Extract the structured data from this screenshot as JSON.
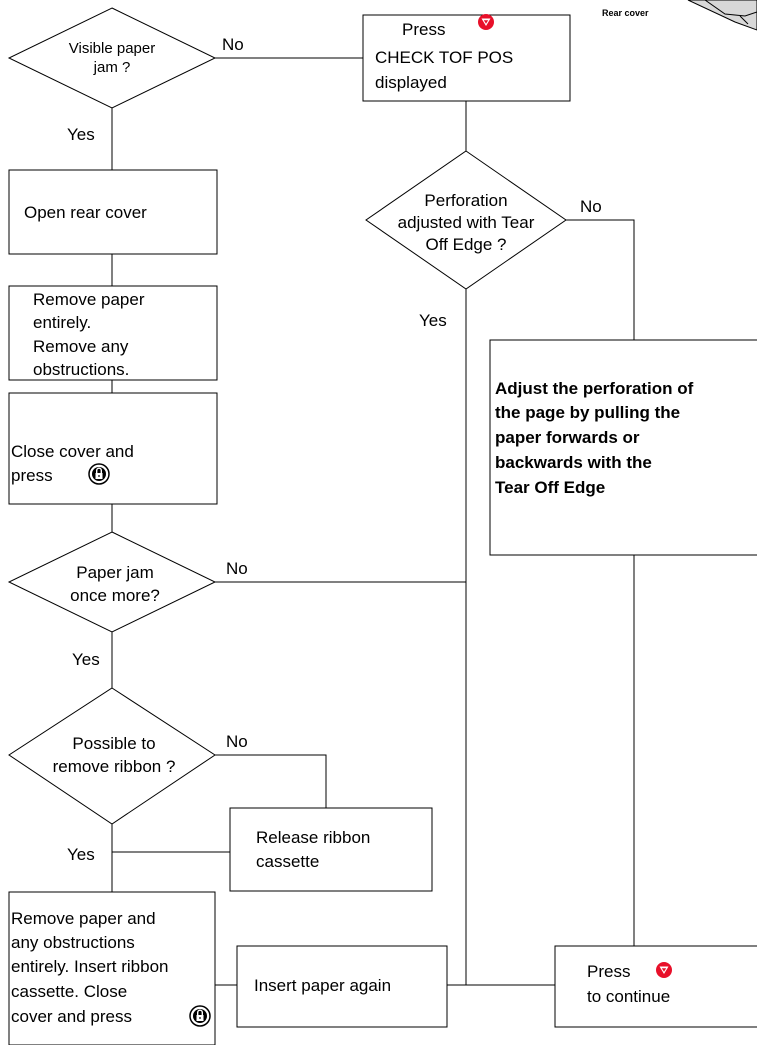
{
  "diagram": {
    "start": {
      "diamond_lines": [
        "Visible paper",
        "jam ?"
      ]
    },
    "press_check": {
      "line1": "Press",
      "line2": "CHECK TOF POS",
      "line3": "displayed"
    },
    "corner_label": "Rear cover",
    "open_rear": "Open rear cover",
    "remove_paper": [
      "Remove paper",
      "entirely.",
      "Remove any",
      "obstructions."
    ],
    "close_cover": [
      "Close cover and",
      "press"
    ],
    "perforation": [
      "Perforation",
      "adjusted with Tear",
      "Off Edge ?"
    ],
    "adjust": [
      "Adjust the perforation of",
      "the page by pulling the",
      "paper forwards or",
      "backwards with the",
      "Tear Off Edge"
    ],
    "paper_jam_again": [
      "Paper jam",
      "once more?"
    ],
    "possible_remove": [
      "Possible to",
      "remove ribbon ?"
    ],
    "release_ribbon": [
      "Release ribbon",
      "cassette"
    ],
    "remove_insert": [
      "Remove paper and",
      "any obstructions",
      "entirely. Insert ribbon",
      "cassette. Close",
      "cover and press"
    ],
    "insert_again": "Insert paper again",
    "press_continue": [
      "Press",
      "to continue"
    ],
    "labels": {
      "no": "No",
      "yes": "Yes"
    }
  },
  "colors": {
    "down_arrow_button": "#e8102a",
    "lock_button": "#000000"
  },
  "icons": {
    "down_arrow_button": "down-arrow-button-icon",
    "lock_button": "lock-button-icon",
    "printer": "printer-rear-cover-icon"
  }
}
